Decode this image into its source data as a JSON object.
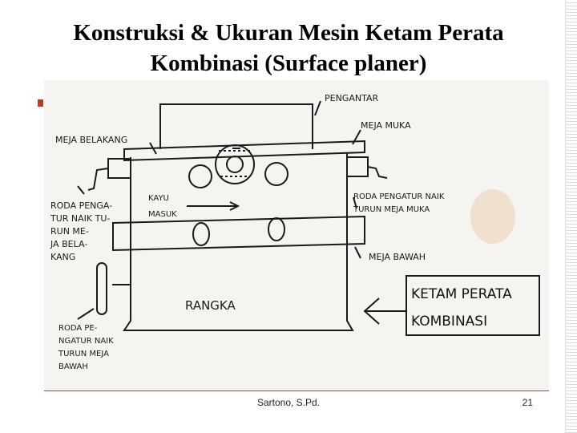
{
  "slide": {
    "title_line1": "Konstruksi & Ukuran Mesin Ketam Perata",
    "title_line2": "Kombinasi (Surface planer)"
  },
  "diagram": {
    "labels": {
      "pengantar": "PENGANTAR",
      "meja_belakang": "MEJA BELAKANG",
      "meja_muka": "MEJA MUKA",
      "roda_kiri_1": "RODA PENGA-",
      "roda_kiri_2": "TUR NAIK TU-",
      "roda_kiri_3": "RUN ME-",
      "roda_kiri_4": "JA BELA-",
      "roda_kiri_5": "KANG",
      "kayu": "KAYU",
      "masuk": "MASUK",
      "roda_kanan_1": "RODA PENGATUR NAIK",
      "roda_kanan_2": "TURUN MEJA MUKA",
      "meja_bawah": "MEJA BAWAH",
      "rangka": "RANGKA",
      "roda_bawah_1": "RODA PE-",
      "roda_bawah_2": "NGATUR NAIK",
      "roda_bawah_3": "TURUN MEJA",
      "roda_bawah_4": "BAWAH",
      "box_line1": "KETAM PERATA",
      "box_line2": "KOMBINASI"
    }
  },
  "footer": {
    "author": "Sartono, S.Pd.",
    "page": "21"
  },
  "colors": {
    "accent": "#c0392b",
    "ink": "#1a1a1a",
    "paper": "#f6f4f0"
  }
}
